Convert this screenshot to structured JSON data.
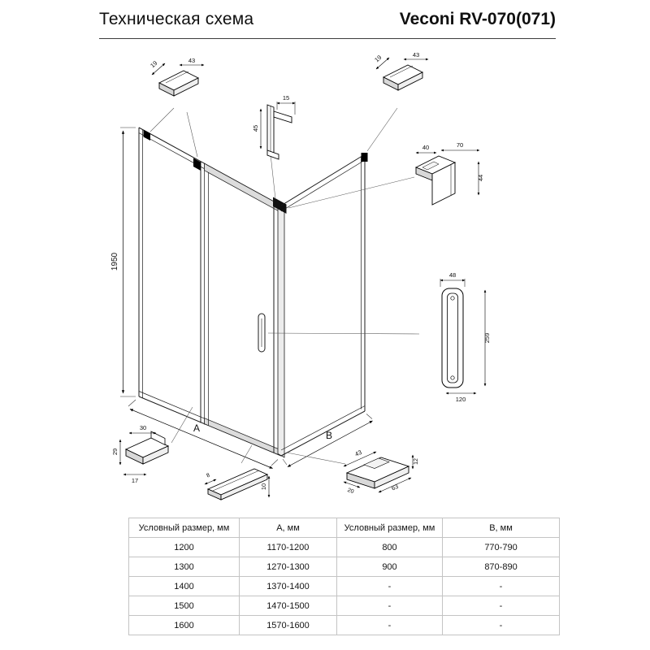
{
  "page": {
    "title_left": "Техническая схема",
    "title_right": "Veconi RV-070(071)"
  },
  "drawing": {
    "main_dims": {
      "height": "1950",
      "front_width": "A",
      "side_depth": "B"
    },
    "details": {
      "corner_profile_left": {
        "d19": "19",
        "d43": "43"
      },
      "wall_profile_top": {
        "d15": "15",
        "d45": "45"
      },
      "corner_profile_right": {
        "d19": "19",
        "d43": "43"
      },
      "corner_bracket": {
        "d40": "40",
        "d70": "70",
        "d44": "44"
      },
      "door_handle": {
        "d48": "48",
        "d259": "259",
        "d120": "120"
      },
      "bottom_left_profile": {
        "d30": "30",
        "d29": "29",
        "d17": "17"
      },
      "bottom_rail_profile": {
        "d8": "8",
        "d10": "10"
      },
      "bottom_guide_profile": {
        "d43": "43",
        "d12": "12",
        "d63": "63",
        "d20": "20"
      }
    }
  },
  "size_table": {
    "headers": [
      "Условный размер, мм",
      "А, мм",
      "Условный размер, мм",
      "В, мм"
    ],
    "rows": [
      [
        "1200",
        "1170-1200",
        "800",
        "770-790"
      ],
      [
        "1300",
        "1270-1300",
        "900",
        "870-890"
      ],
      [
        "1400",
        "1370-1400",
        "-",
        "-"
      ],
      [
        "1500",
        "1470-1500",
        "-",
        "-"
      ],
      [
        "1600",
        "1570-1600",
        "-",
        "-"
      ]
    ]
  }
}
